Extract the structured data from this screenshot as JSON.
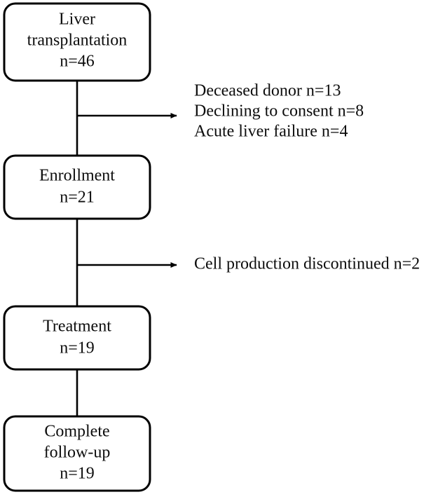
{
  "figure": {
    "type": "flowchart",
    "orientation": "vertical",
    "background_color": "#ffffff",
    "stroke_color": "#000000",
    "text_color": "#0d0d0d"
  },
  "nodes": [
    {
      "id": "liver-transplantation",
      "lines": [
        "Liver",
        "transplantation",
        "n=46"
      ],
      "label": "Liver transplantation",
      "count": "n=46",
      "n": 46
    },
    {
      "id": "enrollment",
      "lines": [
        "Enrollment",
        "n=21"
      ],
      "label": "Enrollment",
      "count": "n=21",
      "n": 21
    },
    {
      "id": "treatment",
      "lines": [
        "Treatment",
        "n=19"
      ],
      "label": "Treatment",
      "count": "n=19",
      "n": 19
    },
    {
      "id": "complete-follow-up",
      "lines": [
        "Complete",
        "follow-up",
        "n=19"
      ],
      "label": "Complete follow-up",
      "count": "n=19",
      "n": 19
    }
  ],
  "exclusions": [
    {
      "id": "exclusion-group-1",
      "lines": [
        "Deceased donor n=13",
        "Declining to consent n=8",
        "Acute liver failure n=4"
      ],
      "items": [
        {
          "reason": "Deceased donor",
          "count": "n=13",
          "n": 13
        },
        {
          "reason": "Declining to consent",
          "count": "n=8",
          "n": 8
        },
        {
          "reason": "Acute liver failure",
          "count": "n=4",
          "n": 4
        }
      ]
    },
    {
      "id": "exclusion-group-2",
      "lines": [
        "Cell production discontinued n=2"
      ],
      "items": [
        {
          "reason": "Cell production discontinued",
          "count": "n=2",
          "n": 2
        }
      ]
    }
  ]
}
